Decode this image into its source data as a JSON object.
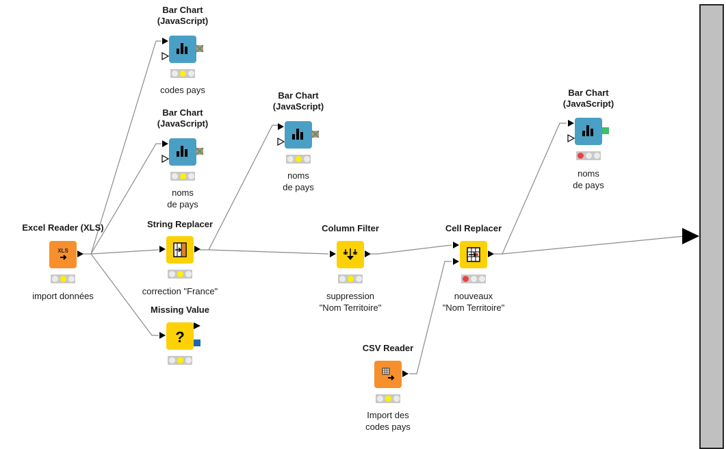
{
  "workflow": {
    "nodes": [
      {
        "id": "excel-reader",
        "title": "Excel Reader (XLS)",
        "label": "import données",
        "type": "source",
        "icon": "xls-reader-icon",
        "status": "configured"
      },
      {
        "id": "bar-chart-1",
        "title": "Bar Chart\n(JavaScript)",
        "label": "codes pays",
        "type": "visualizer",
        "icon": "bar-chart-icon",
        "status": "configured"
      },
      {
        "id": "bar-chart-2",
        "title": "Bar Chart\n(JavaScript)",
        "label": "noms\nde pays",
        "type": "visualizer",
        "icon": "bar-chart-icon",
        "status": "configured"
      },
      {
        "id": "string-replacer",
        "title": "String Replacer",
        "label": "correction \"France\"",
        "type": "manipulator",
        "icon": "string-replacer-icon",
        "status": "configured"
      },
      {
        "id": "missing-value",
        "title": "Missing Value",
        "label": "",
        "type": "manipulator",
        "icon": "question-mark-icon",
        "status": "configured"
      },
      {
        "id": "bar-chart-3",
        "title": "Bar Chart\n(JavaScript)",
        "label": "noms\nde pays",
        "type": "visualizer",
        "icon": "bar-chart-icon",
        "status": "configured"
      },
      {
        "id": "column-filter",
        "title": "Column Filter",
        "label": "suppression\n\"Nom Territoire\"",
        "type": "manipulator",
        "icon": "column-filter-icon",
        "status": "configured"
      },
      {
        "id": "cell-replacer",
        "title": "Cell Replacer",
        "label": "nouveaux\n\"Nom Territoire\"",
        "type": "manipulator",
        "icon": "cell-replacer-icon",
        "status": "not-configured"
      },
      {
        "id": "bar-chart-4",
        "title": "Bar Chart\n(JavaScript)",
        "label": "noms\nde pays",
        "type": "visualizer",
        "icon": "bar-chart-icon",
        "status": "not-configured"
      },
      {
        "id": "csv-reader",
        "title": "CSV Reader",
        "label": "Import des\ncodes pays",
        "type": "source",
        "icon": "csv-reader-icon",
        "status": "configured"
      }
    ],
    "connections": [
      {
        "from": "excel-reader",
        "to": "bar-chart-1"
      },
      {
        "from": "excel-reader",
        "to": "bar-chart-2"
      },
      {
        "from": "excel-reader",
        "to": "string-replacer"
      },
      {
        "from": "excel-reader",
        "to": "missing-value"
      },
      {
        "from": "string-replacer",
        "to": "bar-chart-3"
      },
      {
        "from": "string-replacer",
        "to": "column-filter"
      },
      {
        "from": "column-filter",
        "to": "cell-replacer"
      },
      {
        "from": "csv-reader",
        "to": "cell-replacer"
      },
      {
        "from": "cell-replacer",
        "to": "bar-chart-4"
      },
      {
        "from": "cell-replacer",
        "to": "metanode-output"
      }
    ],
    "colors": {
      "source": "#f7902c",
      "manipulator": "#fcd206",
      "visualizer": "#4a9fc4",
      "status_bg": "#c8c8c8",
      "status_yellow": "#ffef00",
      "status_red": "#f04040",
      "status_off": "#ececec",
      "connection": "#8a8a8a",
      "port_ok": "#3cc068",
      "port_inactive": "#c0554a",
      "flow_var_port": "#1c6aa8"
    }
  }
}
